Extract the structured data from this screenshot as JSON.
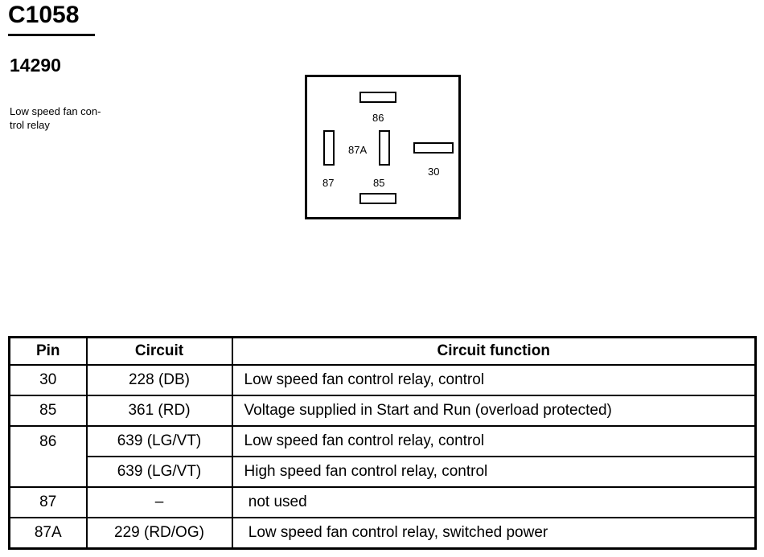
{
  "connector_id": "C1058",
  "part_number": "14290",
  "description": "Low speed fan con-\ntrol relay",
  "pin_labels": {
    "p86": "86",
    "p87A": "87A",
    "p87": "87",
    "p85": "85",
    "p30": "30"
  },
  "table": {
    "headers": [
      "Pin",
      "Circuit",
      "Circuit function"
    ],
    "rows": [
      {
        "pin": "30",
        "circuit": "228 (DB)",
        "function": "Low speed fan control relay, control"
      },
      {
        "pin": "85",
        "circuit": "361 (RD)",
        "function": "Voltage supplied in Start and Run (overload protected)"
      },
      {
        "pin": "86",
        "circuit": "639 (LG/VT)",
        "function": "Low speed fan control relay, control"
      },
      {
        "pin": "",
        "circuit": "639 (LG/VT)",
        "function": "High speed fan control relay, control"
      },
      {
        "pin": "87",
        "circuit": "–",
        "function": " not used"
      },
      {
        "pin": "87A",
        "circuit": "229 (RD/OG)",
        "function": " Low speed fan control relay, switched power"
      }
    ]
  }
}
